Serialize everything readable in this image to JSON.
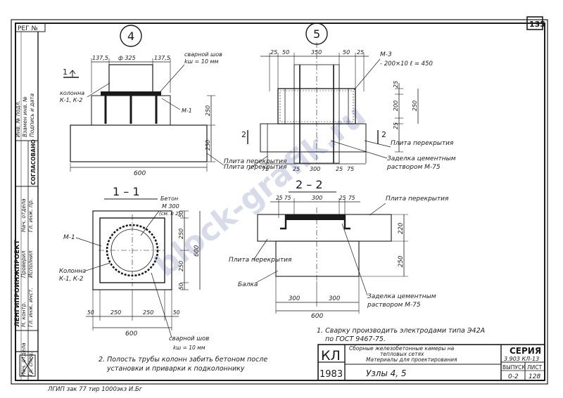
{
  "sheet": {
    "reg_label": "РЕГ №",
    "page_number": "135",
    "watermark": "block-grafik.ru"
  },
  "side_panel": {
    "org": "ЛЕНГИПРОИНЖПРОЕКТ",
    "top_rows": [
      "Взамен инв. №",
      "Подпись и дата",
      "Инв. № подл."
    ],
    "approval_title": "СОГЛАСОВАНО",
    "approval_rows": [
      "Нач. отдела",
      "Гл. инж. пр.",
      "Проверил",
      "Исполнил",
      "Н. контр."
    ],
    "lower_rows": [
      "Гл. инж. инст.",
      "Нач. отдела",
      "Гл. спец.",
      "Руковод. гр."
    ]
  },
  "node4": {
    "number": "4",
    "dims_top": [
      "137,5",
      "ф 325",
      "137,5"
    ],
    "dims_right": [
      "250",
      "250"
    ],
    "dim_bottom": "600",
    "weld_label": "сварной шов",
    "weld_value": "kш = 10 мм",
    "column_label": "колонна",
    "column_value": "К-1, К-2",
    "part_label": "М-1",
    "section_mark": "1",
    "slab_label": "Плита перекрытия"
  },
  "node5": {
    "number": "5",
    "dims_top": [
      "25",
      "50",
      "350",
      "50",
      "25"
    ],
    "dims_right": [
      "25",
      "200",
      "25",
      "250"
    ],
    "dims_bottom": [
      "75",
      "25",
      "300",
      "25",
      "75"
    ],
    "part_label": "М-3",
    "part_value": "- 200×10  ℓ = 450",
    "section_mark": "2",
    "slab_label_right": "Плита перекрытия",
    "slab_label_left": "Плита перекрытия",
    "grout_label": "Заделка цементным",
    "grout_value": "раствором М-75"
  },
  "section11": {
    "title": "1 – 1",
    "concrete_label": "Бетон",
    "concrete_value": "М 300",
    "concrete_note": "(см. п 2)",
    "part_label": "М-1",
    "column_label": "Колонна",
    "column_value": "К-1, К-2",
    "dims_right": [
      "50",
      "250",
      "250",
      "50"
    ],
    "dim_right_total": "600",
    "dims_bottom": [
      "50",
      "250",
      "250",
      "50"
    ],
    "dim_bottom_total": "600",
    "weld_label": "сварной шов",
    "weld_value": "kш = 10 мм"
  },
  "section22": {
    "title": "2 – 2",
    "dims_top": [
      "25",
      "75",
      "300",
      "25",
      "75"
    ],
    "dims_right": [
      "220",
      "250"
    ],
    "dims_bottom": [
      "300",
      "300"
    ],
    "dim_bottom_total": "600",
    "slab_label_right": "Плита перекрытия",
    "slab_label_left": "Плита перекрытия",
    "beam_label": "Балка",
    "grout_label": "Заделка цементным",
    "grout_value": "раствором М-75"
  },
  "notes": [
    "1. Сварку производить электродами типа Э42А",
    "по ГОСТ 9467-75.",
    "2. Полость трубы колонн забить бетоном после",
    "установки и приварки к подколоннику"
  ],
  "title_block": {
    "code": "КЛ",
    "year": "1983",
    "desc_lines": [
      "Сборные железобетонные камеры на",
      "тепловых сетях",
      "Материалы для проектирования"
    ],
    "sheet_title": "Узлы  4, 5",
    "series_label": "СЕРИЯ",
    "series_value": "3.903 КЛ-13",
    "issue_label": "ВЫПУСК",
    "issue_value": "0-2",
    "sheet_label": "ЛИСТ",
    "sheet_value": "128"
  },
  "footer": {
    "print_info": "ЛГИП  зак 77  тир 1000экз  И.Бг"
  }
}
